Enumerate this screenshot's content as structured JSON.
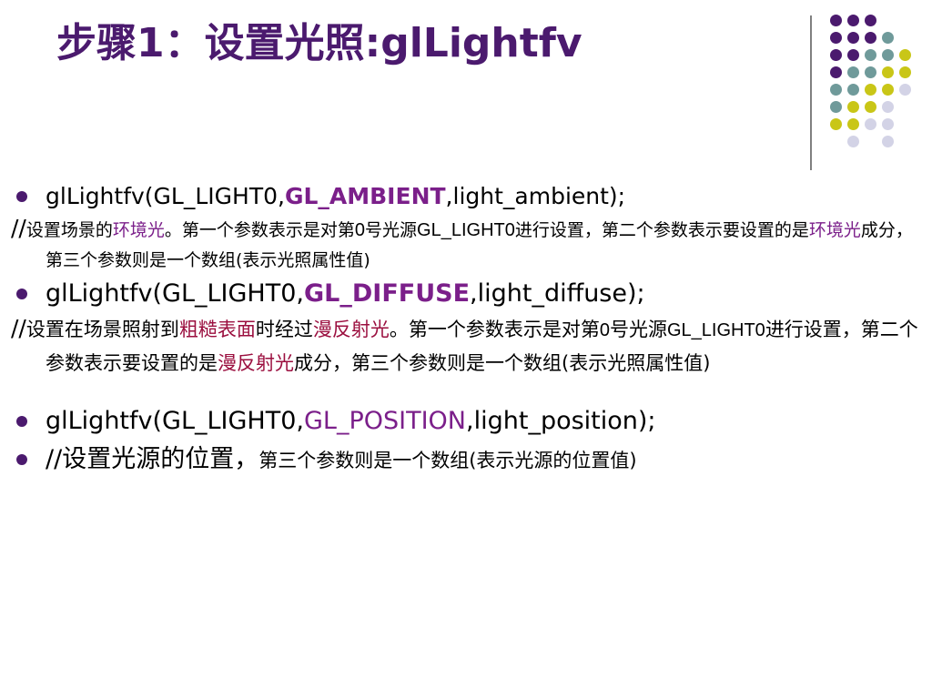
{
  "slide": {
    "title": "步骤1：设置光照:glLightfv"
  },
  "decoration": {
    "dot_colors": {
      "purple": "#4b1a6e",
      "teal": "#6f9a9a",
      "yellow": "#c9c617",
      "lavender": "#d3d3e6"
    }
  },
  "lines": {
    "l1": {
      "pre": "glLightfv(GL_LIGHT0,",
      "kw": "GL_AMBIENT",
      "post": ",light_ambient);"
    },
    "c1": {
      "slashes": "//",
      "a": "设置场景的",
      "b": "环境光",
      "c": "。第一个参数表示是对第",
      "d": "0",
      "e": "号光源",
      "f": "GL_LIGHT0",
      "g": "进行设置，第二个参数表示要设置的是",
      "h": "环境光",
      "i": "成分，第三个参数则是一个数组(表示光照属性值)"
    },
    "l2": {
      "pre": "glLightfv(GL_LIGHT0,",
      "kw": "GL_DIFFUSE",
      "post": ",light_diffuse);"
    },
    "c2": {
      "slashes": "//",
      "a": "设置在场景照射到",
      "b": "粗糙表面",
      "c": "时经过",
      "d": "漫反射光",
      "e": "。第一个参数表示是对第",
      "f": "0",
      "g": "号光源",
      "h": "GL_LIGHT0",
      "i": "进行设置，第二个参数表示要设置的是",
      "j": "漫反射光",
      "k": "成分，第三个参数则是一个数组(表示光照属性值)"
    },
    "l3": {
      "pre": "glLightfv(GL_LIGHT0,",
      "kw": "GL_POSITION",
      "post": ",light_position);"
    },
    "l4": {
      "a": "//设置光源的位置，",
      "b": "第三个参数则是一个数组(表示光源的位置值)"
    }
  }
}
